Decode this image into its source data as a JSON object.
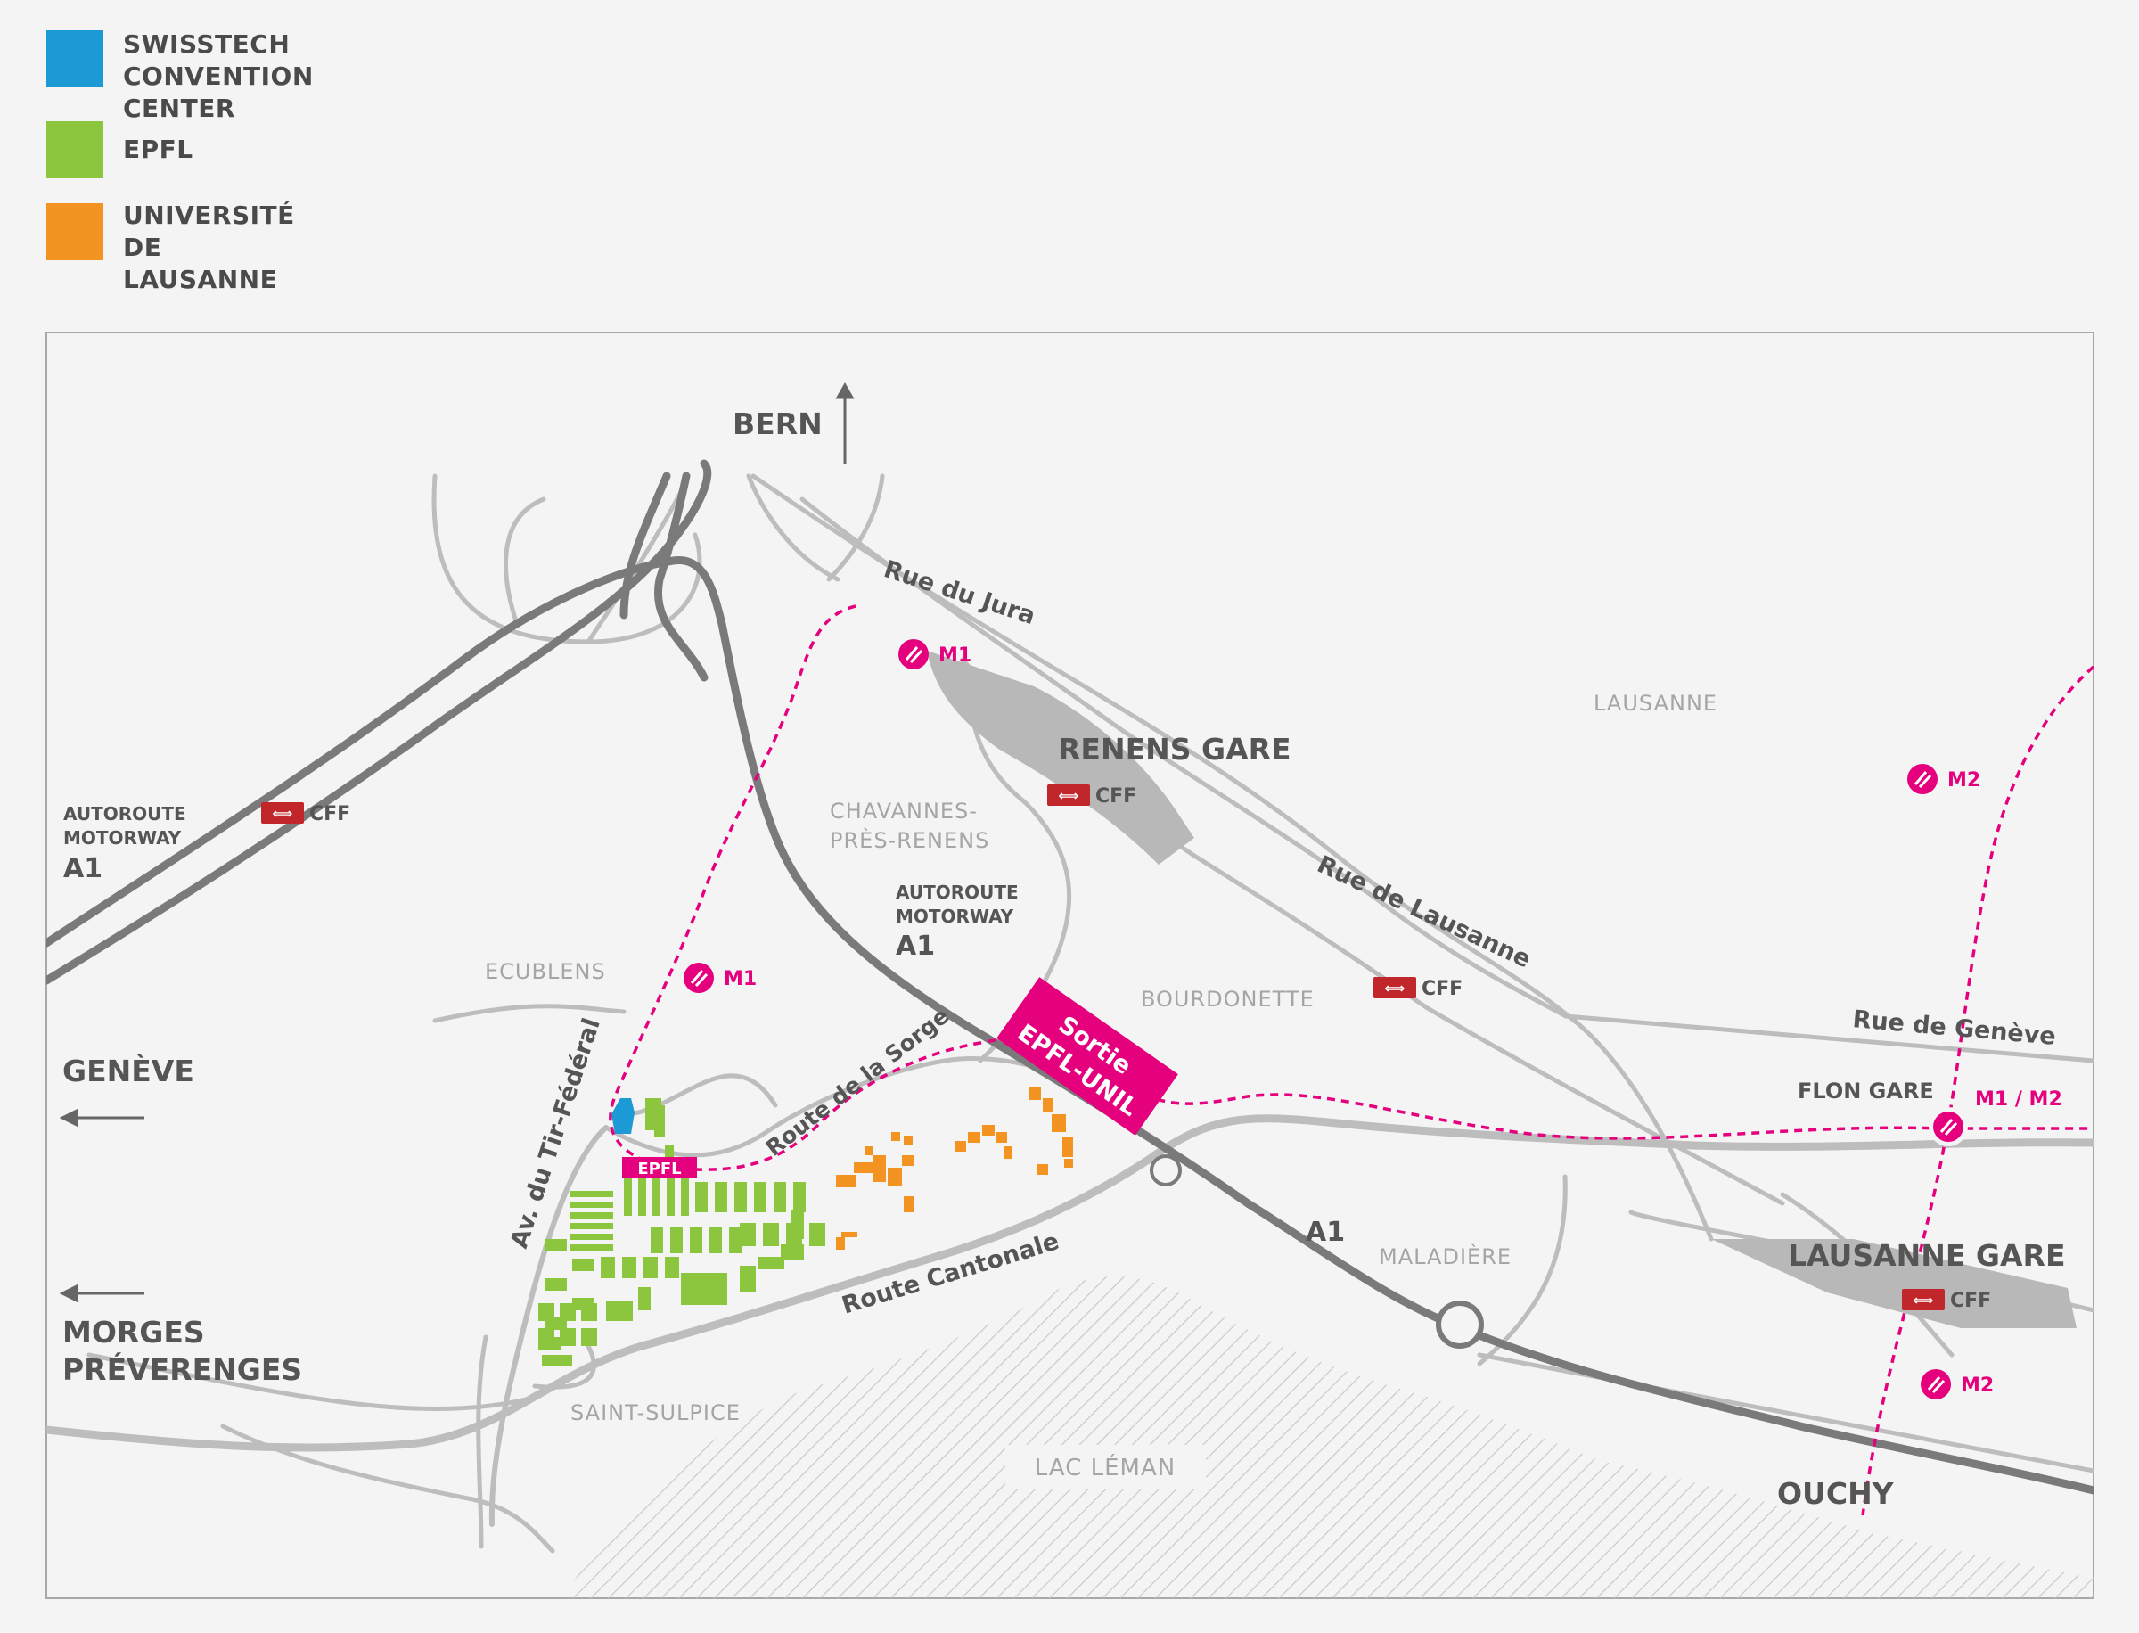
{
  "legend": [
    {
      "label": "SWISSTECH\nCONVENTION CENTER",
      "color": "#1b9ad6"
    },
    {
      "label": "EPFL",
      "color": "#8cc63f"
    },
    {
      "label": "UNIVERSITÉ\nDE LAUSANNE",
      "color": "#f39422"
    }
  ],
  "colors": {
    "background": "#f4f4f5",
    "road_major": "#7a7a7a",
    "road_minor": "#bdbdbd",
    "metro": "#e5007e",
    "cff": "#c1262b",
    "swisstech": "#1b9ad6",
    "epfl": "#8cc63f",
    "unil": "#f39422"
  },
  "map": {
    "directions": {
      "bern": "BERN",
      "geneve": "GENÈVE",
      "morges": "MORGES\nPRÉVERENGES",
      "ouchy": "OUCHY"
    },
    "stations": {
      "renens_gare": "RENENS GARE",
      "lausanne_gare": "LAUSANNE GARE",
      "flon_gare": "FLON GARE"
    },
    "districts": {
      "lausanne": "LAUSANNE",
      "chavannes": "CHAVANNES-\nPRÈS-RENENS",
      "ecublens": "ECUBLENS",
      "bourdonette": "BOURDONETTE",
      "maladiere": "MALADIÈRE",
      "saint_sulpice": "SAINT-SULPICE"
    },
    "lake": "LAC LÉMAN",
    "roads": {
      "rue_du_jura": "Rue du Jura",
      "rue_de_lausanne": "Rue de Lausanne",
      "rue_de_geneve": "Rue de Genève",
      "route_de_la_sorge": "Route de la Sorge",
      "route_cantonale": "Route Cantonale",
      "av_tir_federal": "Av. du Tir-Fédéral",
      "a1": "A1"
    },
    "autoroute_label": "AUTOROUTE\nMOTORWAY",
    "a1_label": "A1",
    "cff_label": "CFF",
    "metro_labels": {
      "m1": "M1",
      "m2": "M2",
      "m1m2": "M1 / M2"
    },
    "sortie": "Sortie\nEPFL-UNIL",
    "epfl_stop": "EPFL"
  }
}
